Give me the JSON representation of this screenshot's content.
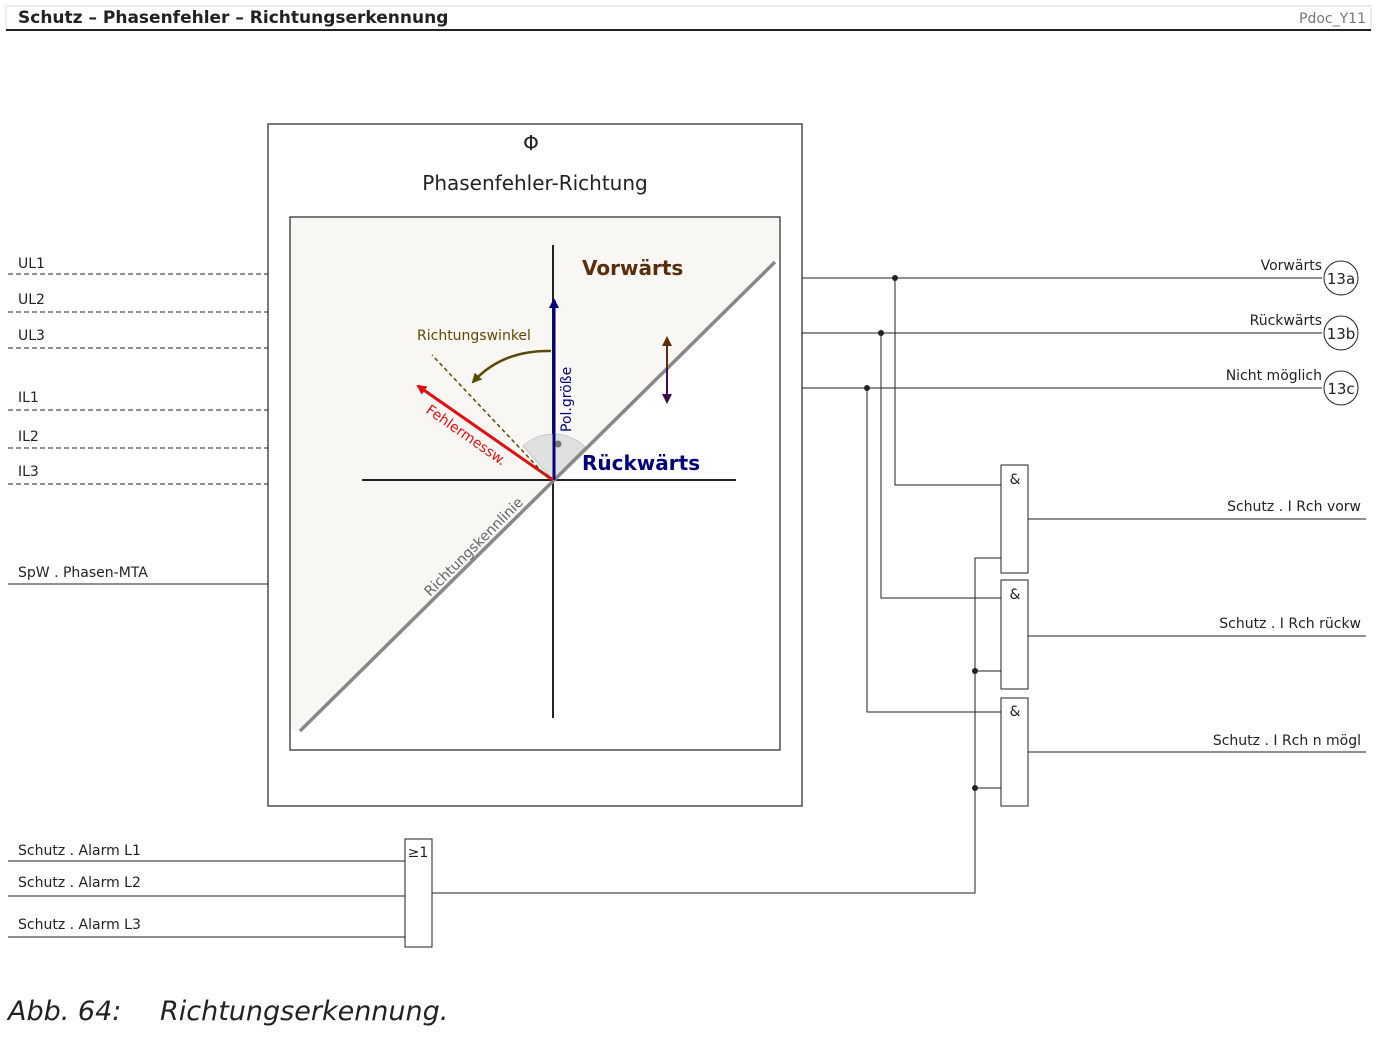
{
  "header": {
    "title": "Schutz – Phasenfehler – Richtungserkennung",
    "doc_id": "Pdoc_Y11"
  },
  "function_block": {
    "symbol": "Φ",
    "name": "Phasenfehler-Richtung",
    "label_forward": "Vorwärts",
    "label_reverse": "Rückwärts",
    "label_angle": "Richtungswinkel",
    "label_fault": "Fehlermessw.",
    "label_polarizing": "Pol.größe",
    "label_characteristic": "Richtungskennlinie"
  },
  "inputs": [
    "UL1",
    "UL2",
    "UL3",
    "IL1",
    "IL2",
    "IL3",
    "SpW . Phasen-MTA"
  ],
  "alarm_inputs": [
    "Schutz . Alarm L1",
    "Schutz . Alarm L2",
    "Schutz . Alarm L3"
  ],
  "or_gate": {
    "label": "≥1"
  },
  "and_gates": [
    {
      "label": "&"
    },
    {
      "label": "&"
    },
    {
      "label": "&"
    }
  ],
  "outputs_top": [
    {
      "label": "Vorwärts",
      "ref": "13a"
    },
    {
      "label": "Rückwärts",
      "ref": "13b"
    },
    {
      "label": "Nicht möglich",
      "ref": "13c"
    }
  ],
  "outputs_gates": [
    "Schutz . I Rch vorw",
    "Schutz . I Rch rückw",
    "Schutz . I Rch n mögl"
  ],
  "caption": {
    "number": "Abb. 64:",
    "text": "Richtungserkennung."
  },
  "colors": {
    "forward": "#5a2d0c",
    "reverse": "#00007a",
    "fault": "#e01010",
    "angle": "#5c4a00",
    "characteristic": "#888888",
    "arrow_bidir_up": "#5a2d0c",
    "arrow_bidir_down": "#3d0a4f"
  }
}
